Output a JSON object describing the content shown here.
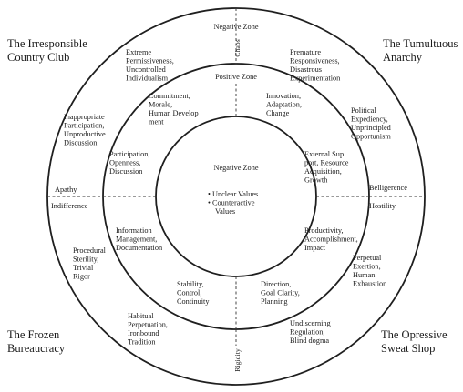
{
  "corners": {
    "top_left": [
      "The Irresponsible",
      "Country Club"
    ],
    "top_right": [
      "The Tumultuous",
      "Anarchy"
    ],
    "bottom_left": [
      "The Frozen",
      "Bureaucracy"
    ],
    "bottom_right": [
      "The Opressive",
      "Sweat Shop"
    ]
  },
  "axis": {
    "top_zone": "Negative Zone",
    "top_vertical": "Chaos",
    "bottom_vertical": "Rigidity",
    "left_upper": "Apathy",
    "left_lower": "Indifference",
    "right_upper": "Belligerence",
    "right_lower": "Hostility",
    "positive_zone": "Positive Zone"
  },
  "outer_ring": {
    "top_left": [
      "Extreme",
      "Permissiveness,",
      "Uncontrolled",
      "Individualism"
    ],
    "top_right": [
      "Premature",
      "Responsiveness,",
      "Disastrous",
      "Experimentation"
    ],
    "left_upper": [
      "Inappropriate",
      "Participation,",
      "Unproductive",
      "Discussion"
    ],
    "right_upper": [
      "Political",
      "Expediency,",
      "Unprincipled",
      "Opportunism"
    ],
    "left_lower": [
      "Procedural",
      "Sterility,",
      "Trivial",
      "Rigor"
    ],
    "right_lower": [
      "Perpetual",
      "Exertion,",
      "Human",
      "Exhaustion"
    ],
    "bottom_left": [
      "Habitual",
      "Perpetuation,",
      "Ironbound",
      "Tradition"
    ],
    "bottom_right": [
      "Undiscerning",
      "Regulation,",
      "Blind dogma"
    ]
  },
  "middle_ring": {
    "top_left": [
      "Commitment,",
      "Morale,",
      "Human Develop",
      "ment"
    ],
    "top_right": [
      "Innovation,",
      "Adaptation,",
      "Change"
    ],
    "left_upper": [
      "Participation,",
      "Openness,",
      "Discussion"
    ],
    "right_upper": [
      "External Sup",
      "port, Resource",
      "Acquisition,",
      "Growth"
    ],
    "left_lower": [
      "Information",
      "Management,",
      "Documentation"
    ],
    "right_lower": [
      "Productivity,",
      "Accomplishment,",
      "Impact"
    ],
    "bottom_left": [
      "Stability,",
      "Control,",
      "Continuity"
    ],
    "bottom_right": [
      "Direction,",
      "Goal Clarity,",
      "Planning"
    ]
  },
  "center": {
    "title": "Negative Zone",
    "items": [
      "• Unclear Values",
      "• Counteractive",
      "Values"
    ]
  }
}
